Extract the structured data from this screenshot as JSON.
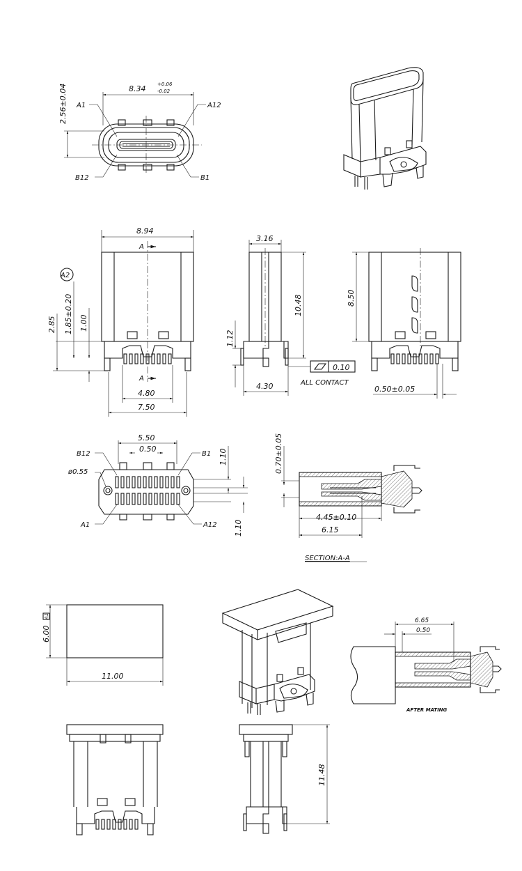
{
  "front_view": {
    "width_dim": "8.34",
    "width_tol_plus": "+0.06",
    "width_tol_minus": "-0.02",
    "height_dim": "2.56±0.04",
    "pin_a1": "A1",
    "pin_a12": "A12",
    "pin_b12": "B12",
    "pin_b1": "B1"
  },
  "side_views": {
    "body_width": "8.94",
    "section_marker": "A",
    "datum_label": "A2",
    "dim_285": "2.85",
    "dim_185": "1.85±0.20",
    "dim_100": "1.00",
    "dim_480": "4.80",
    "dim_750": "7.50",
    "dim_316": "3.16",
    "dim_1048": "10.48",
    "dim_112": "1.12",
    "dim_430": "4.30",
    "flatness_value": "0.10",
    "flatness_note": "ALL CONTACT",
    "dim_850": "8.50",
    "dim_050_005": "0.50±0.05"
  },
  "bottom_view": {
    "dim_550": "5.50",
    "dim_050": "0.50",
    "dim_110_top": "1.10",
    "dim_110_bottom": "1.10",
    "hole_dia": "ø0.55",
    "pin_b12": "B12",
    "pin_b1": "B1",
    "pin_a1": "A1",
    "pin_a12": "A12"
  },
  "section_view": {
    "dim_070": "0.70±0.05",
    "dim_445": "4.45±0.10",
    "dim_615": "6.15",
    "title": "SECTION:A-A"
  },
  "cap_views": {
    "cap_width": "11.00",
    "cap_height": "6.00",
    "cap_label": "A1",
    "mated_dim_665": "6.65",
    "mated_dim_050": "0.50",
    "mated_title": "AFTER MATING",
    "total_height": "11.48"
  }
}
